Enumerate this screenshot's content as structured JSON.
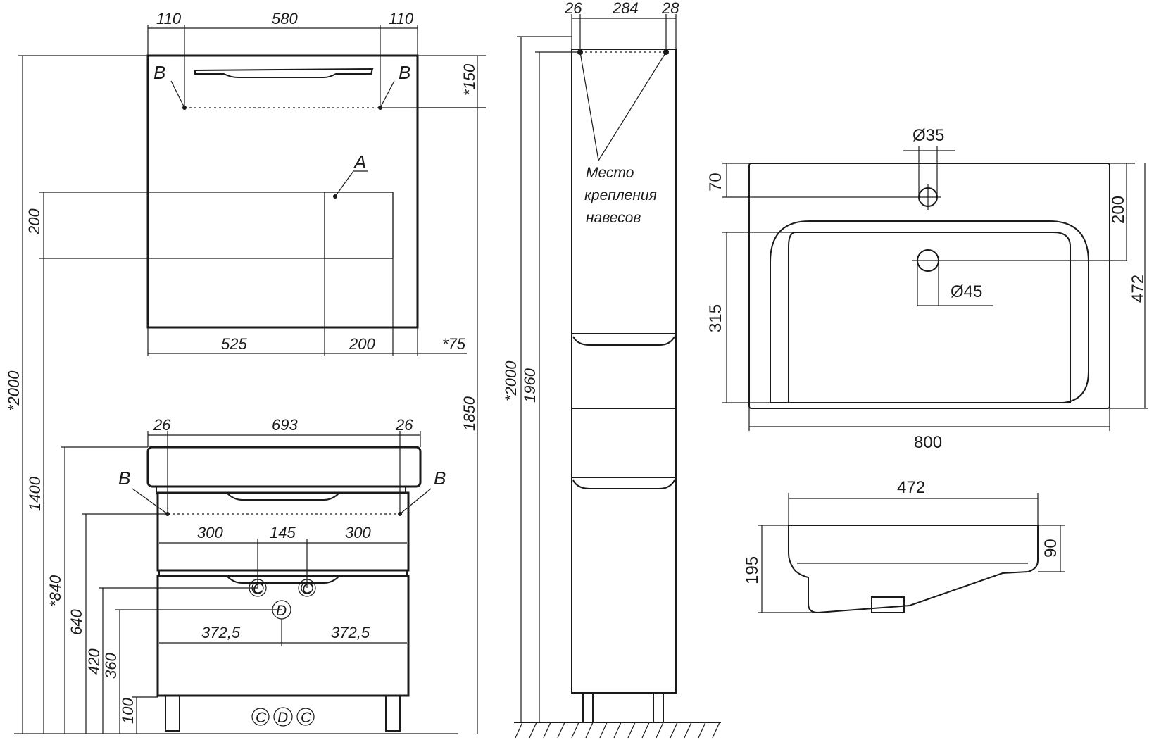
{
  "mirror": {
    "top_dims": [
      "110",
      "580",
      "110"
    ],
    "bottom_dims": [
      "525",
      "200",
      "*75"
    ],
    "right_dim": "*150",
    "left_dim": "200",
    "label_a": "A",
    "label_b": "B"
  },
  "cabinet": {
    "top_dims": [
      "26",
      "693",
      "26"
    ],
    "inner_dims": [
      "300",
      "145",
      "300"
    ],
    "lower_dims": [
      "372,5",
      "372,5"
    ],
    "label_b": "B",
    "label_c": "C",
    "label_d": "D"
  },
  "heights": {
    "h2000": "*2000",
    "h1400": "1400",
    "h1850": "1850",
    "h840": "*840",
    "h640": "640",
    "h420": "420",
    "h360": "360",
    "h100": "100"
  },
  "column": {
    "top_dims": [
      "26",
      "284",
      "28"
    ],
    "h2000": "*2000",
    "h1960": "1960",
    "note_lines": [
      "Место",
      "крепления",
      "навесов"
    ]
  },
  "basin_top": {
    "d35": "Ø35",
    "d45": "Ø45",
    "d70": "70",
    "d200": "200",
    "d315": "315",
    "d472": "472",
    "d800": "800"
  },
  "basin_side": {
    "d472": "472",
    "d195": "195",
    "d90": "90"
  }
}
